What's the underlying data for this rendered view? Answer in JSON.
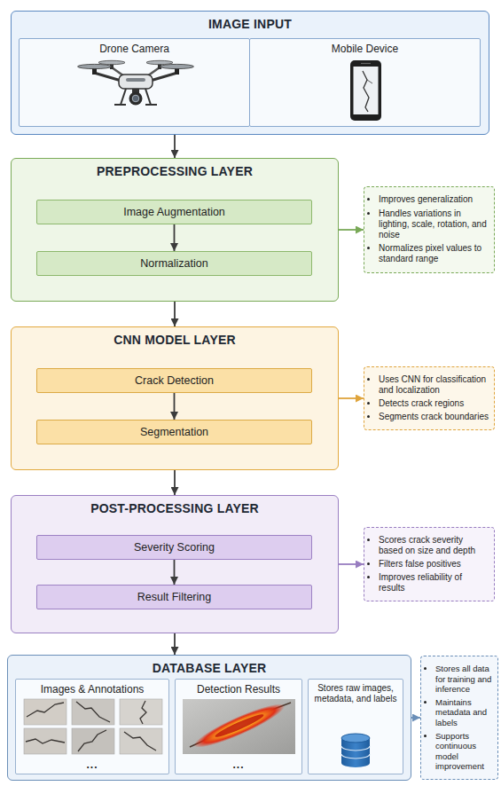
{
  "diagram": {
    "nodes": [
      {
        "text": [
          "IMAGE INPUT"
        ]
      },
      {
        "text": [
          "Drone Camera"
        ],
        "in": 0
      },
      {
        "text": [
          "Mobile Device"
        ],
        "in": 0
      },
      {
        "text": [
          "PREPROCESSING LAYER"
        ]
      },
      {
        "text": [
          "Image Augmentation"
        ],
        "in": 3
      },
      {
        "text": [
          "Normalization"
        ],
        "in": 3
      },
      {
        "text": [
          "Improves generalization",
          "Handles variations in lighting, scale, rotation, and noise",
          "Normalizes pixel values to standard range"
        ]
      },
      {
        "text": [
          "CNN MODEL LAYER"
        ]
      },
      {
        "text": [
          "Crack Detection"
        ],
        "in": 7
      },
      {
        "text": [
          "Segmentation"
        ],
        "in": 7
      },
      {
        "text": [
          "Uses CNN for classification and localization",
          "Detects crack regions",
          "Segments crack boundaries"
        ]
      },
      {
        "text": [
          "POST-PROCESSING LAYER"
        ]
      },
      {
        "text": [
          "Severity Scoring"
        ],
        "in": 11
      },
      {
        "text": [
          "Result Filtering"
        ],
        "in": 11
      },
      {
        "text": [
          "Scores crack severity based on size and depth",
          "Filters false positives",
          "Improves reliability of results"
        ]
      },
      {
        "text": [
          "DATABASE LAYER"
        ]
      },
      {
        "text": [
          "Images & Annotations",
          "..."
        ],
        "in": 15
      },
      {
        "text": [
          "Detection Results",
          "..."
        ],
        "in": 15
      },
      {
        "text": [
          "Stores raw images, metadata, and labels"
        ],
        "in": 15
      },
      {
        "text": [
          "Stores all data for training and inference",
          "Maintains metadata and labels",
          "Supports continuous model improvement"
        ]
      }
    ],
    "edges": [
      {
        "from": 0,
        "to": 3,
        "arrow": "to"
      },
      {
        "from": 4,
        "to": 5,
        "arrow": "to"
      },
      {
        "from": 3,
        "to": 6,
        "arrow": "to"
      },
      {
        "from": 3,
        "to": 7,
        "arrow": "to"
      },
      {
        "from": 8,
        "to": 9,
        "arrow": "to"
      },
      {
        "from": 7,
        "to": 10,
        "arrow": "to"
      },
      {
        "from": 7,
        "to": 11,
        "arrow": "to"
      },
      {
        "from": 12,
        "to": 13,
        "arrow": "to"
      },
      {
        "from": 11,
        "to": 14,
        "arrow": "to"
      },
      {
        "from": 11,
        "to": 15,
        "arrow": "to"
      },
      {
        "from": 15,
        "to": 19,
        "arrow": "to"
      }
    ]
  }
}
